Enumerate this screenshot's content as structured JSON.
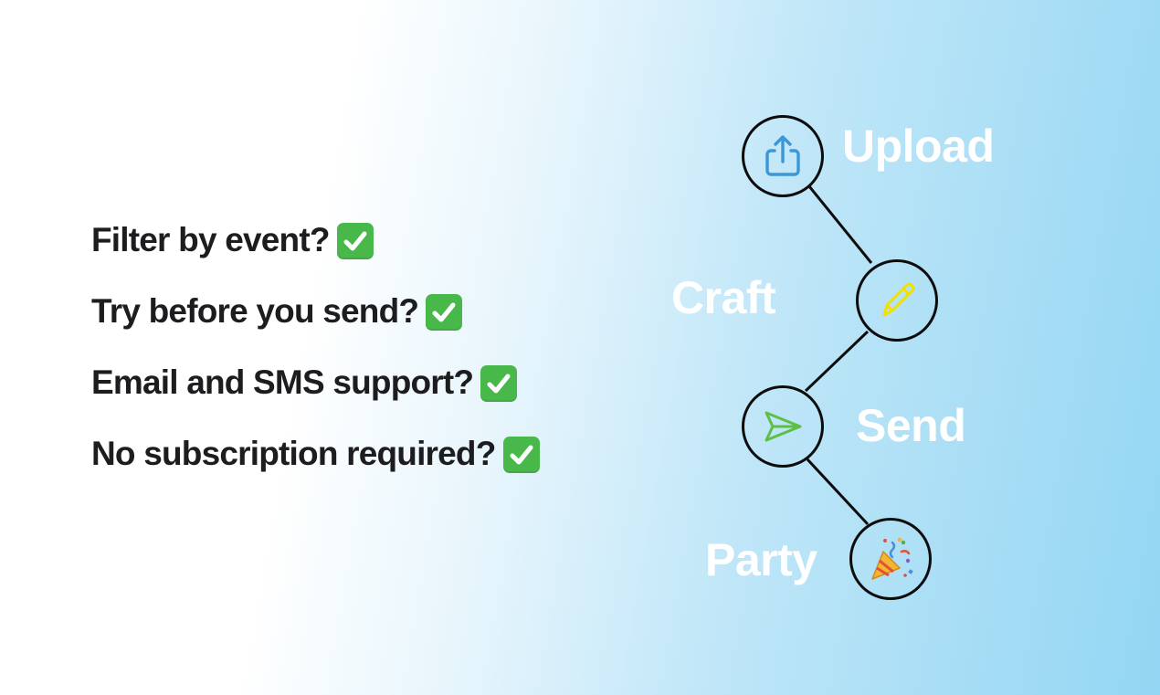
{
  "features": [
    {
      "label": "Filter by event?"
    },
    {
      "label": "Try before you send?"
    },
    {
      "label": "Email and SMS support?"
    },
    {
      "label": "No subscription required?"
    }
  ],
  "steps": {
    "upload": {
      "label": "Upload",
      "icon": "share-upload-icon",
      "color": "#3b97d8"
    },
    "craft": {
      "label": "Craft",
      "icon": "pencil-icon",
      "color": "#f3e000"
    },
    "send": {
      "label": "Send",
      "icon": "paper-plane-icon",
      "color": "#5fbf45"
    },
    "party": {
      "label": "Party",
      "icon": "party-popper-icon"
    }
  },
  "colors": {
    "check_green": "#49b84b",
    "text_dark": "#1d1d1f",
    "label_white": "#ffffff",
    "gradient_end": "#93d6f3"
  }
}
